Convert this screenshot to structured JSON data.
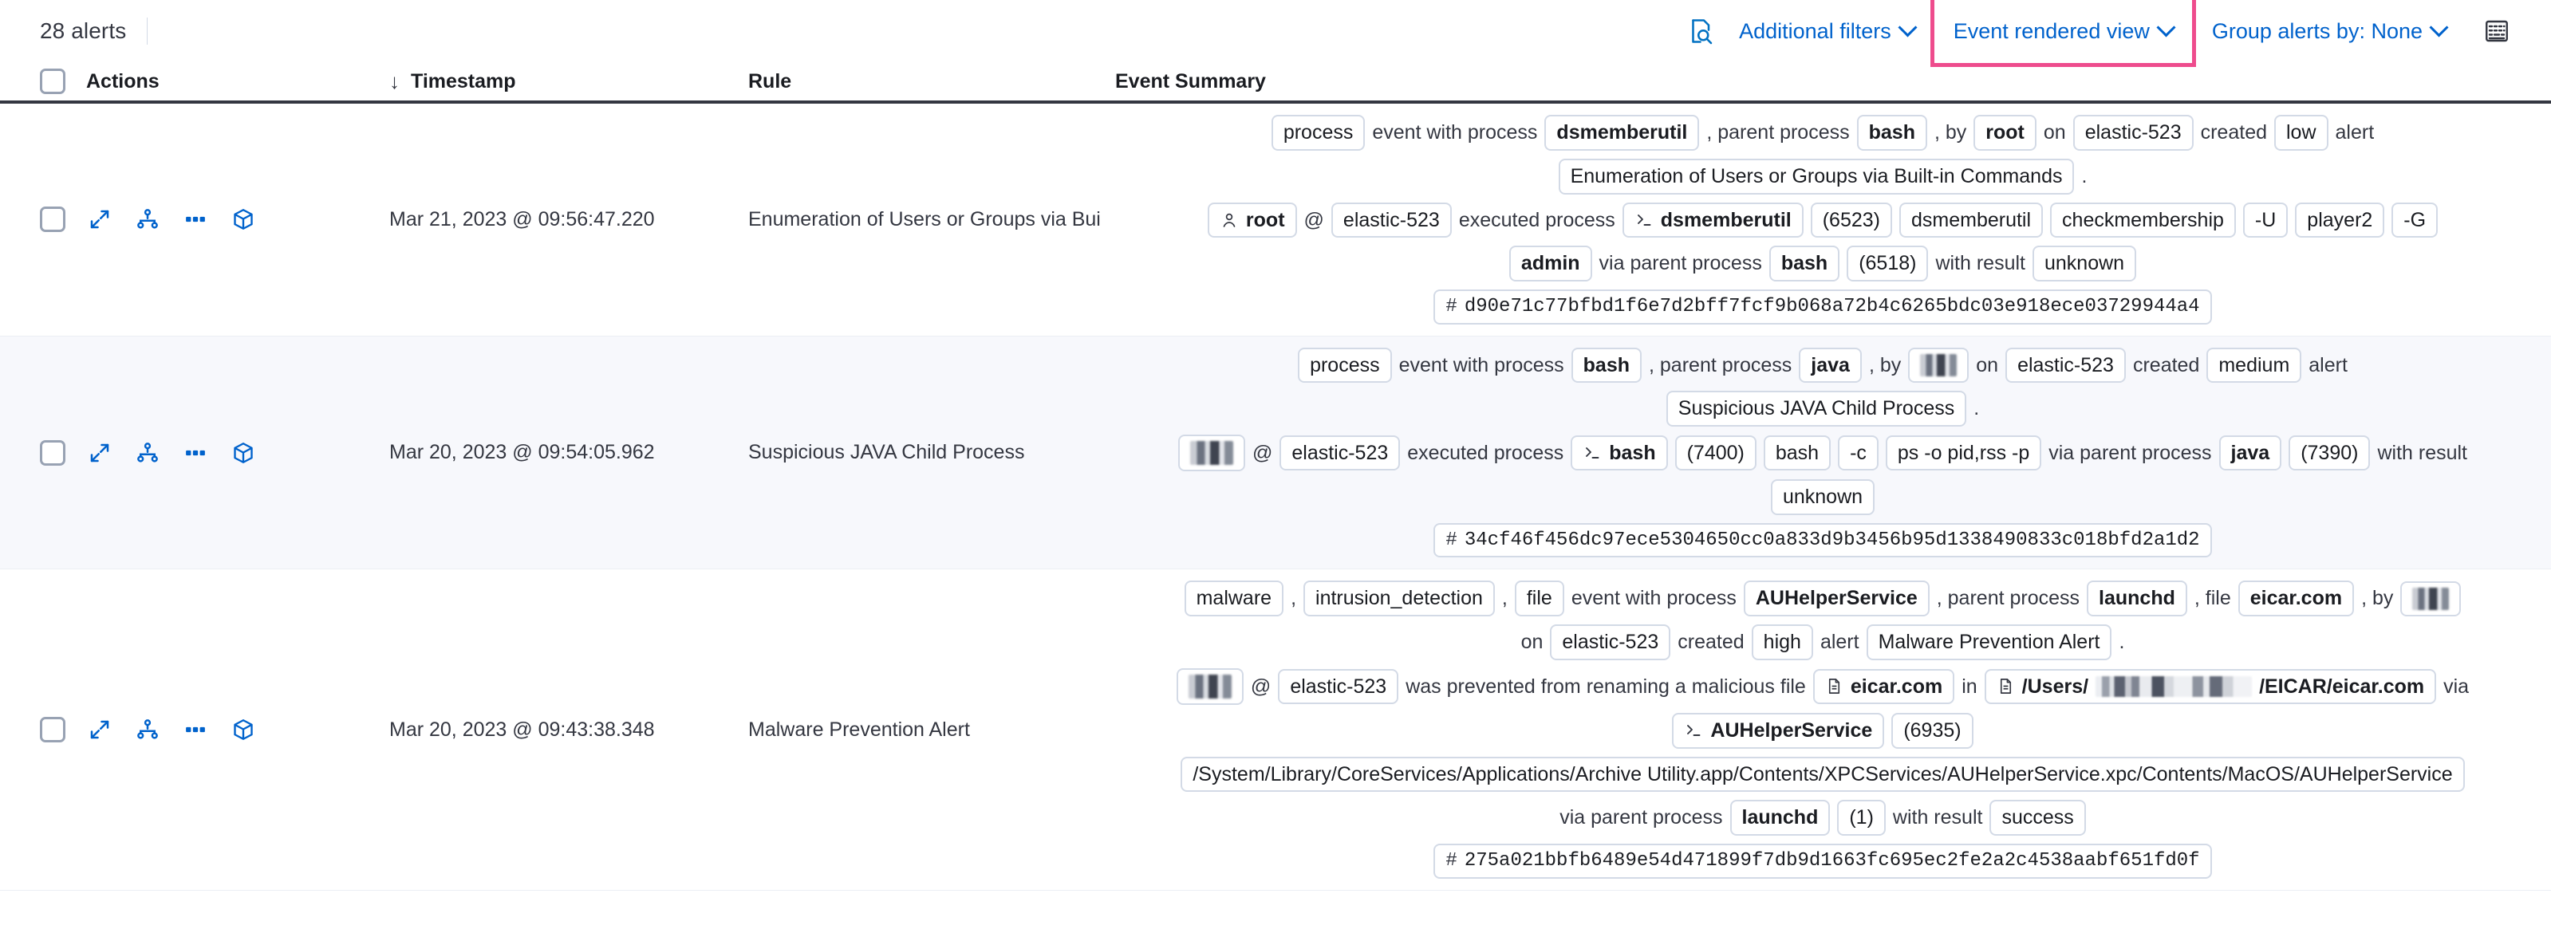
{
  "toolbar": {
    "alert_count": "28 alerts",
    "inspect_icon": "inspect-search-icon",
    "additional_filters": "Additional filters",
    "event_rendered_view": "Event rendered view",
    "group_alerts_by": "Group alerts by: None",
    "keyboard_icon": "keyboard-icon",
    "highlight_color": "#ee4c8d",
    "link_color": "#0062cc"
  },
  "table": {
    "columns": {
      "select_all": "",
      "actions": "Actions",
      "timestamp": "Timestamp",
      "timestamp_sort": "↓",
      "rule": "Rule",
      "event_summary": "Event Summary"
    },
    "rows": [
      {
        "timestamp": "Mar 21, 2023 @ 09:56:47.220",
        "rule": "Enumeration of Users or Groups via Bui",
        "actions": [
          "expand-icon",
          "analyze-event-icon",
          "more-actions-icon",
          "add-to-case-icon"
        ],
        "summary_lines": [
          [
            {
              "t": "pill",
              "v": "process"
            },
            {
              "t": "txt",
              "v": "event with process"
            },
            {
              "t": "pill",
              "v": "dsmemberutil",
              "b": true
            },
            {
              "t": "txt",
              "v": ", parent process"
            },
            {
              "t": "pill",
              "v": "bash",
              "b": true
            },
            {
              "t": "txt",
              "v": ", by"
            },
            {
              "t": "pill",
              "v": "root",
              "b": true
            },
            {
              "t": "txt",
              "v": "on"
            },
            {
              "t": "pill",
              "v": "elastic-523"
            },
            {
              "t": "txt",
              "v": "created"
            },
            {
              "t": "pill",
              "v": "low"
            },
            {
              "t": "txt",
              "v": "alert"
            }
          ],
          [
            {
              "t": "pill",
              "v": "Enumeration of Users or Groups via Built-in Commands"
            },
            {
              "t": "txt",
              "v": "."
            }
          ],
          [
            {
              "t": "pill",
              "v": "root",
              "b": true,
              "icon": "user-icon"
            },
            {
              "t": "txt",
              "v": "@"
            },
            {
              "t": "pill",
              "v": "elastic-523"
            },
            {
              "t": "txt",
              "v": "executed process"
            },
            {
              "t": "pill",
              "v": "dsmemberutil",
              "b": true,
              "icon": "console-icon"
            },
            {
              "t": "pill",
              "v": "(6523)"
            },
            {
              "t": "pill",
              "v": "dsmemberutil"
            },
            {
              "t": "pill",
              "v": "checkmembership"
            },
            {
              "t": "pill",
              "v": "-U"
            },
            {
              "t": "pill",
              "v": "player2"
            },
            {
              "t": "pill",
              "v": "-G"
            }
          ],
          [
            {
              "t": "pill",
              "v": "admin",
              "b": true
            },
            {
              "t": "txt",
              "v": "via parent process"
            },
            {
              "t": "pill",
              "v": "bash",
              "b": true
            },
            {
              "t": "pill",
              "v": "(6518)"
            },
            {
              "t": "txt",
              "v": "with result"
            },
            {
              "t": "pill",
              "v": "unknown"
            }
          ],
          [
            {
              "t": "hash",
              "v": "d90e71c77bfbd1f6e7d2bff7fcf9b068a72b4c6265bdc03e918ece03729944a4"
            }
          ]
        ]
      },
      {
        "timestamp": "Mar 20, 2023 @ 09:54:05.962",
        "rule": "Suspicious JAVA Child Process",
        "actions": [
          "expand-icon",
          "analyze-event-icon",
          "more-actions-icon",
          "add-to-case-icon"
        ],
        "summary_lines": [
          [
            {
              "t": "pill",
              "v": "process"
            },
            {
              "t": "txt",
              "v": "event with process"
            },
            {
              "t": "pill",
              "v": "bash",
              "b": true
            },
            {
              "t": "txt",
              "v": ", parent process"
            },
            {
              "t": "pill",
              "v": "java",
              "b": true
            },
            {
              "t": "txt",
              "v": ", by"
            },
            {
              "t": "redact",
              "v": ""
            },
            {
              "t": "txt",
              "v": "on"
            },
            {
              "t": "pill",
              "v": "elastic-523"
            },
            {
              "t": "txt",
              "v": "created"
            },
            {
              "t": "pill",
              "v": "medium"
            },
            {
              "t": "txt",
              "v": "alert"
            }
          ],
          [
            {
              "t": "pill",
              "v": "Suspicious JAVA Child Process"
            },
            {
              "t": "txt",
              "v": "."
            }
          ],
          [
            {
              "t": "redactpill",
              "v": ""
            },
            {
              "t": "txt",
              "v": "@"
            },
            {
              "t": "pill",
              "v": "elastic-523"
            },
            {
              "t": "txt",
              "v": "executed process"
            },
            {
              "t": "pill",
              "v": "bash",
              "b": true,
              "icon": "console-icon"
            },
            {
              "t": "pill",
              "v": "(7400)"
            },
            {
              "t": "pill",
              "v": "bash"
            },
            {
              "t": "pill",
              "v": "-c"
            },
            {
              "t": "pill",
              "v": "ps -o pid,rss -p"
            },
            {
              "t": "txt",
              "v": "via parent process"
            },
            {
              "t": "pill",
              "v": "java",
              "b": true
            },
            {
              "t": "pill",
              "v": "(7390)"
            },
            {
              "t": "txt",
              "v": "with result"
            }
          ],
          [
            {
              "t": "pill",
              "v": "unknown"
            }
          ],
          [
            {
              "t": "hash",
              "v": "34cf46f456dc97ece5304650cc0a833d9b3456b95d1338490833c018bfd2a1d2"
            }
          ]
        ]
      },
      {
        "timestamp": "Mar 20, 2023 @ 09:43:38.348",
        "rule": "Malware Prevention Alert",
        "actions": [
          "expand-icon",
          "analyze-event-icon",
          "more-actions-icon",
          "add-to-case-icon"
        ],
        "summary_lines": [
          [
            {
              "t": "pill",
              "v": "malware"
            },
            {
              "t": "txt",
              "v": ","
            },
            {
              "t": "pill",
              "v": "intrusion_detection"
            },
            {
              "t": "txt",
              "v": ","
            },
            {
              "t": "pill",
              "v": "file"
            },
            {
              "t": "txt",
              "v": "event with process"
            },
            {
              "t": "pill",
              "v": "AUHelperService",
              "b": true
            },
            {
              "t": "txt",
              "v": ", parent process"
            },
            {
              "t": "pill",
              "v": "launchd",
              "b": true
            },
            {
              "t": "txt",
              "v": ", file"
            },
            {
              "t": "pill",
              "v": "eicar.com",
              "b": true
            },
            {
              "t": "txt",
              "v": ", by"
            },
            {
              "t": "redact",
              "v": ""
            }
          ],
          [
            {
              "t": "txt",
              "v": "on"
            },
            {
              "t": "pill",
              "v": "elastic-523"
            },
            {
              "t": "txt",
              "v": "created"
            },
            {
              "t": "pill",
              "v": "high"
            },
            {
              "t": "txt",
              "v": "alert"
            },
            {
              "t": "pill",
              "v": "Malware Prevention Alert"
            },
            {
              "t": "txt",
              "v": "."
            }
          ],
          [
            {
              "t": "redactpill",
              "v": ""
            },
            {
              "t": "txt",
              "v": "@"
            },
            {
              "t": "pill",
              "v": "elastic-523"
            },
            {
              "t": "txt",
              "v": "was prevented from renaming a malicious file"
            },
            {
              "t": "pill",
              "v": "eicar.com",
              "b": true,
              "icon": "file-icon"
            },
            {
              "t": "txt",
              "v": "in"
            },
            {
              "t": "pillredactpath",
              "prefix": "/Users/",
              "suffix": "/EICAR/eicar.com",
              "icon": "file-icon"
            },
            {
              "t": "txt",
              "v": "via"
            }
          ],
          [
            {
              "t": "pill",
              "v": "AUHelperService",
              "b": true,
              "icon": "console-icon"
            },
            {
              "t": "pill",
              "v": "(6935)"
            }
          ],
          [
            {
              "t": "pill",
              "v": "/System/Library/CoreServices/Applications/Archive Utility.app/Contents/XPCServices/AUHelperService.xpc/Contents/MacOS/AUHelperService"
            }
          ],
          [
            {
              "t": "txt",
              "v": "via parent process"
            },
            {
              "t": "pill",
              "v": "launchd",
              "b": true
            },
            {
              "t": "pill",
              "v": "(1)"
            },
            {
              "t": "txt",
              "v": "with result"
            },
            {
              "t": "pill",
              "v": "success"
            }
          ],
          [
            {
              "t": "hash",
              "v": "275a021bbfb6489e54d471899f7db9d1663fc695ec2fe2a2c4538aabf651fd0f"
            }
          ]
        ]
      }
    ]
  }
}
